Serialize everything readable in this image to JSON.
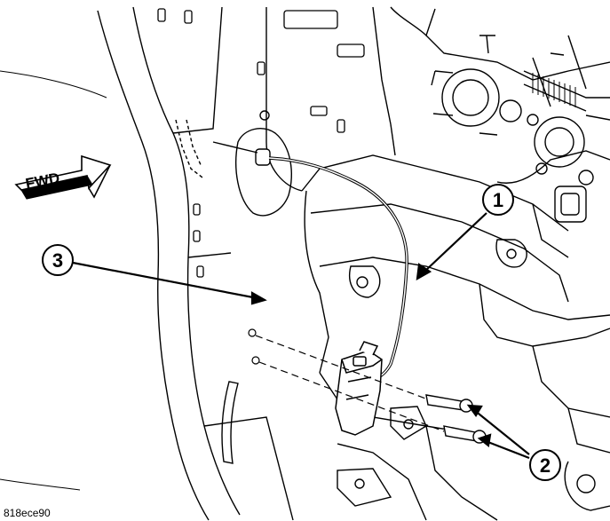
{
  "direction_label": "FWD",
  "callouts": [
    {
      "id": "1",
      "label": "1"
    },
    {
      "id": "2",
      "label": "2"
    },
    {
      "id": "3",
      "label": "3"
    }
  ],
  "figure_code": "818ece90",
  "colors": {
    "ink": "#000000",
    "paper": "#ffffff"
  }
}
